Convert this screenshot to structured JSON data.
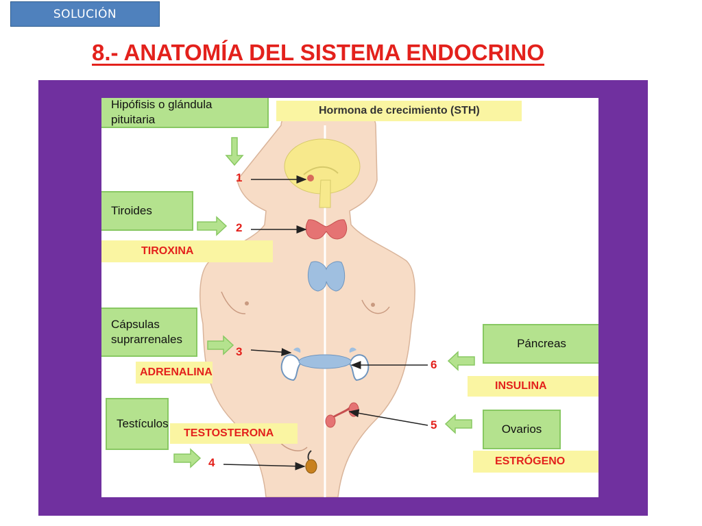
{
  "header": {
    "solution_button": "SOLUCIÓN",
    "title": "8.- ANATOMÍA DEL SISTEMA ENDOCRINO"
  },
  "labels": {
    "hipofisis": "Hipófisis o glándula pituitaria",
    "tiroides": "Tiroides",
    "capsulas": "Cápsulas suprarrenales",
    "testiculos": "Testículos",
    "pancreas": "Páncreas",
    "ovarios": "Ovarios"
  },
  "hormones": {
    "hormona_crecimiento": "Hormona de crecimiento (STH)",
    "tiroxina": "TIROXINA",
    "adrenalina": "ADRENALINA",
    "testosterona": "TESTOSTERONA",
    "insulina": "INSULINA",
    "estrogeno": "ESTRÓGENO"
  },
  "numbers": {
    "n1": "1",
    "n2": "2",
    "n3": "3",
    "n4": "4",
    "n5": "5",
    "n6": "6"
  },
  "colors": {
    "title_red": "#e3211c",
    "frame_purple": "#70309f",
    "label_green": "#b4e28e",
    "hormone_yellow": "#faf5a2",
    "button_blue": "#4f81bd"
  }
}
